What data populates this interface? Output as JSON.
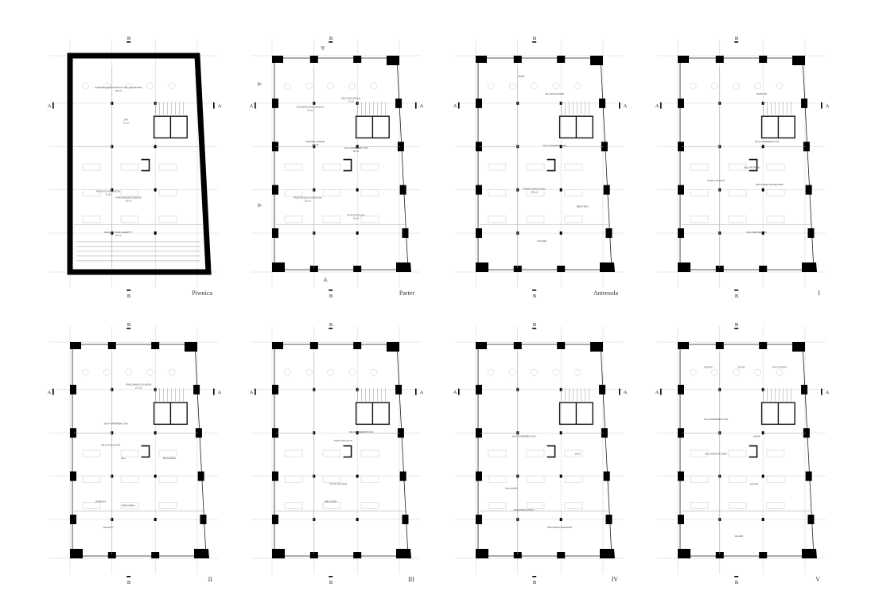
{
  "sheet": {
    "section_letter_vertical": "B",
    "section_letter_horizontal": "A"
  },
  "plans": [
    {
      "id": "piwnica",
      "label": "Piwnica",
      "rooms": [
        {
          "name": "POMIESZCZENIE INSTALACYJNO-TECHNICZNE",
          "area": "190 m2"
        },
        {
          "name": "SPA",
          "area": "41 m2"
        },
        {
          "name": "MAGAZYN SUROWCÓW",
          "area": "71 m2"
        },
        {
          "name": "PARKOWANIE ROWERÓW",
          "area": "36 m2"
        },
        {
          "name": "MAGAZYN DUŻE GABARYTY",
          "area": "93 m2"
        }
      ]
    },
    {
      "id": "parter",
      "label": "Parter",
      "rooms": [
        {
          "name": "STOLÓWKA PRACOWNICZA",
          "area": "66 m2"
        },
        {
          "name": "SALA WYKŁADOWA",
          "area": "77 m2"
        },
        {
          "name": "WEJŚCIE GŁÓWNE",
          "area": "100 m2"
        },
        {
          "name": "SALA KONFERENCYJNA",
          "area": "30 m2"
        },
        {
          "name": "PRZESTRZEŃ WYSTAWOWA",
          "area": "131 m2"
        },
        {
          "name": "WYPOŻYCZALNIA",
          "area": "34 m2"
        }
      ]
    },
    {
      "id": "antresola",
      "label": "Antresola",
      "rooms": [
        {
          "name": "BIURO",
          "area": ""
        },
        {
          "name": "SALA WYKŁADOWA",
          "area": ""
        },
        {
          "name": "SALA KONFERENCYJNA",
          "area": ""
        },
        {
          "name": "STREFA ODPOCZYNKU",
          "area": "138 m2"
        },
        {
          "name": "KUCHNIA",
          "area": ""
        },
        {
          "name": "BIBLIOTEKA",
          "area": ""
        }
      ]
    },
    {
      "id": "i",
      "label": "I",
      "rooms": [
        {
          "name": "BIURO NR",
          "area": ""
        },
        {
          "name": "SALA KONFERENCYJNA",
          "area": ""
        },
        {
          "name": "SALA SPOTKAŃ",
          "area": ""
        },
        {
          "name": "STUDIO NAGRAŃ",
          "area": ""
        },
        {
          "name": "PRACOWNIA PROJEKTOWA",
          "area": ""
        },
        {
          "name": "SALA SEMINARYJNA",
          "area": ""
        }
      ]
    },
    {
      "id": "ii",
      "label": "II",
      "rooms": [
        {
          "name": "PRACOWNIA STOLARSKA",
          "area": "124 m2"
        },
        {
          "name": "SALA KONFERENCYJNA",
          "area": ""
        },
        {
          "name": "SALA WYKŁADOWA",
          "area": ""
        },
        {
          "name": "HALL",
          "area": ""
        },
        {
          "name": "PRACOWNIA",
          "area": ""
        },
        {
          "name": "SZWALNIA",
          "area": ""
        },
        {
          "name": "PRACOWNIA",
          "area": ""
        },
        {
          "name": "MAGAZYN",
          "area": ""
        }
      ]
    },
    {
      "id": "iii",
      "label": "III",
      "rooms": [
        {
          "name": "POKÓJ SOCJALNY",
          "area": ""
        },
        {
          "name": "SALA KONFERENCYJNA",
          "area": ""
        },
        {
          "name": "POKÓJ SPOTKAŃ",
          "area": ""
        },
        {
          "name": "BIBLIOTEKA",
          "area": ""
        }
      ]
    },
    {
      "id": "iv",
      "label": "IV",
      "rooms": [
        {
          "name": "SALA KONFERENCYJNA",
          "area": ""
        },
        {
          "name": "SALA ZAJĘĆ",
          "area": ""
        },
        {
          "name": "SALA",
          "area": ""
        },
        {
          "name": "STANOWISKA PRACY",
          "area": ""
        },
        {
          "name": "PRACOWNIA SERIGRAFII",
          "area": ""
        }
      ]
    },
    {
      "id": "v",
      "label": "V",
      "rooms": [
        {
          "name": "SZATNIA",
          "area": ""
        },
        {
          "name": "SAUNA",
          "area": ""
        },
        {
          "name": "SALA FITNESS",
          "area": ""
        },
        {
          "name": "SAUNA",
          "area": ""
        },
        {
          "name": "SALA KONFERENCYJNA",
          "area": ""
        },
        {
          "name": "SALA GIMNASTYCZNA",
          "area": ""
        },
        {
          "name": "SZATNIE",
          "area": ""
        },
        {
          "name": "JACUZZI",
          "area": ""
        }
      ]
    }
  ]
}
